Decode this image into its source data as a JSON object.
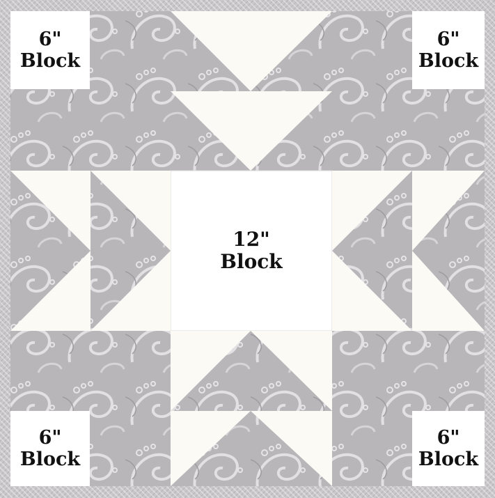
{
  "colors": {
    "background_fabric": "#c9c7c9",
    "paisley_fabric": "#b9b6ba",
    "paisley_swirl": "#e2e0e3",
    "cream_fabric": "#fbfaf5",
    "center_block": "#ffffff",
    "label_text": "#111111"
  },
  "labels": {
    "top_left": {
      "size": "6\"",
      "word": "Block"
    },
    "top_right": {
      "size": "6\"",
      "word": "Block"
    },
    "bottom_left": {
      "size": "6\"",
      "word": "Block"
    },
    "bottom_right": {
      "size": "6\"",
      "word": "Block"
    },
    "center": {
      "size": "12\"",
      "word": "Block"
    }
  },
  "icons": {
    "pattern": "paisley-fabric-texture",
    "flying_geese": "flying-geese-triangles"
  }
}
